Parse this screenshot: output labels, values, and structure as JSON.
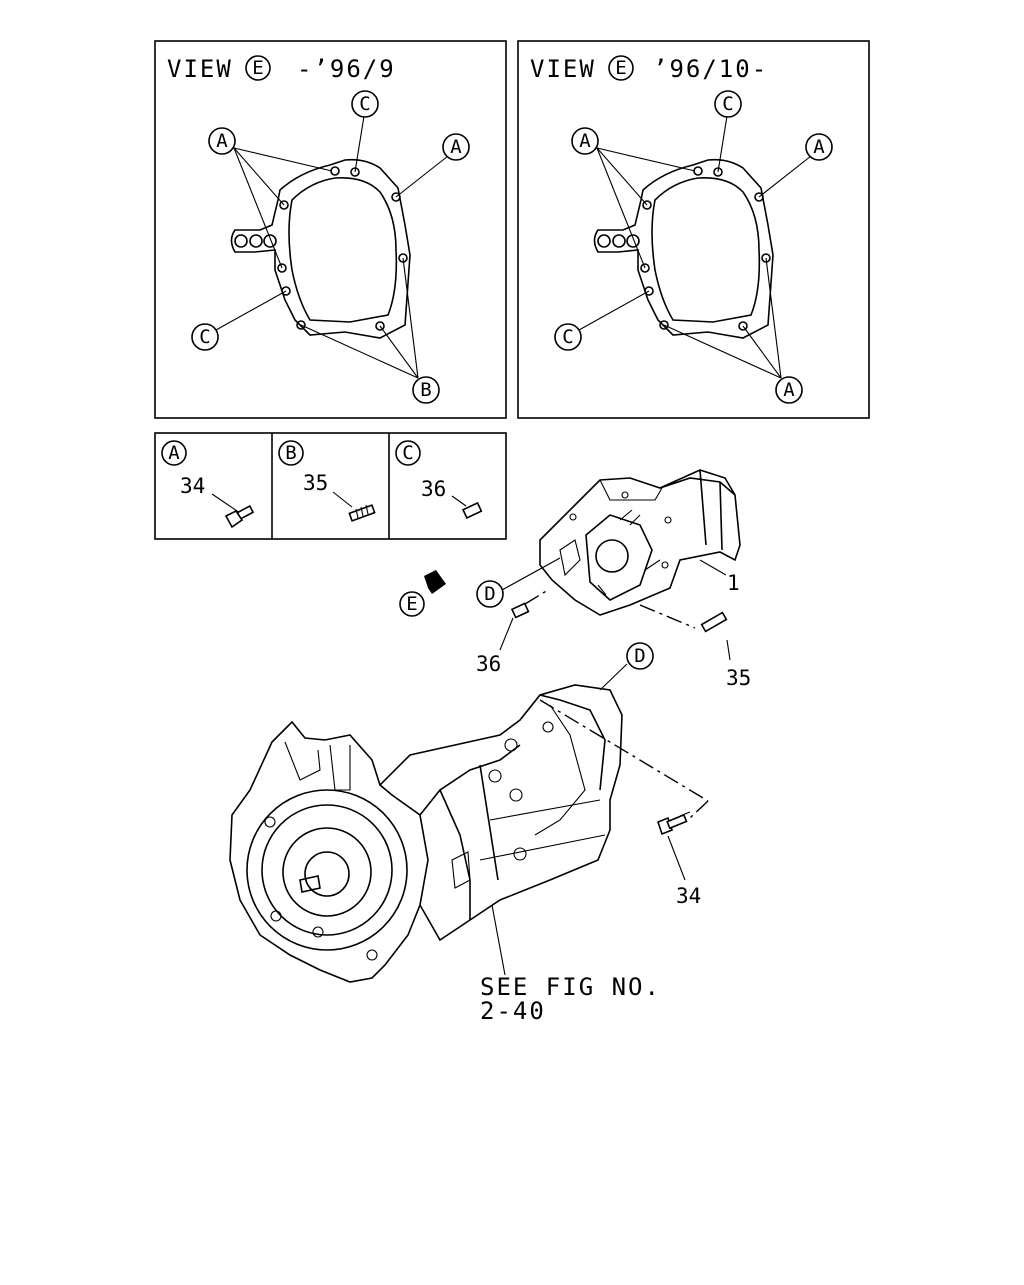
{
  "views": [
    {
      "title_prefix": "VIEW",
      "marker": "E",
      "title_suffix": "-’96/9",
      "labels": {
        "a_left": "A",
        "c_top": "C",
        "a_right": "A",
        "c_bottom": "C",
        "b_bottom": "B"
      }
    },
    {
      "title_prefix": "VIEW",
      "marker": "E",
      "title_suffix": "’96/10-",
      "labels": {
        "a_left": "A",
        "c_top": "C",
        "a_right": "A",
        "c_bottom": "C",
        "b_bottom": "A"
      }
    }
  ],
  "legend": [
    {
      "marker": "A",
      "part": "34"
    },
    {
      "marker": "B",
      "part": "35"
    },
    {
      "marker": "C",
      "part": "36"
    }
  ],
  "callouts": {
    "transfer_case": "1",
    "stud_right": "35",
    "dowel": "36",
    "bolt": "34",
    "marker_d_upper": "D",
    "marker_d_lower": "D",
    "view_marker": "E"
  },
  "see_fig": {
    "line1": "SEE FIG NO.",
    "line2": "2-40"
  }
}
